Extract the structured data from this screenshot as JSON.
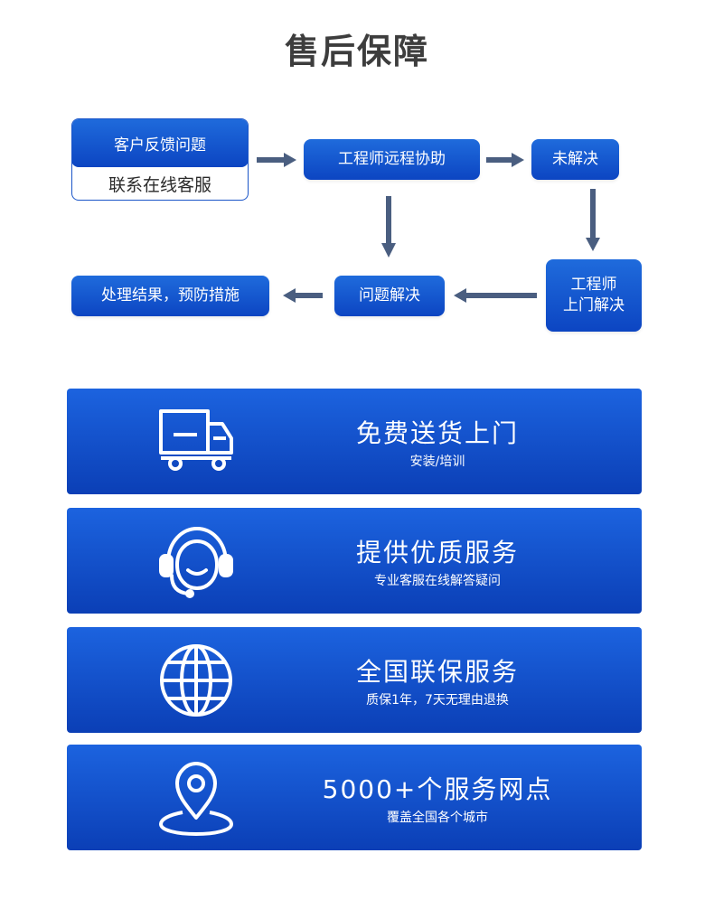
{
  "page": {
    "title": "售后保障"
  },
  "flow": {
    "customer_feedback": "客户反馈问题",
    "contact_online": "联系在线客服",
    "engineer_remote": "工程师远程协助",
    "unresolved": "未解决",
    "engineer_onsite_line1": "工程师",
    "engineer_onsite_line2": "上门解决",
    "problem_solved": "问题解决",
    "handle_result": "处理结果，预防措施"
  },
  "features": [
    {
      "icon": "truck-icon",
      "title": "免费送货上门",
      "subtitle": "安装/培训"
    },
    {
      "icon": "customer-service-headset-icon",
      "title": "提供优质服务",
      "subtitle": "专业客服在线解答疑问"
    },
    {
      "icon": "globe-icon",
      "title": "全国联保服务",
      "subtitle": "质保1年，7天无理由退换"
    },
    {
      "icon": "location-pin-icon",
      "title": "5000+个服务网点",
      "subtitle": "覆盖全国各个城市"
    }
  ],
  "colors": {
    "primary_blue": "#0c45c2",
    "arrow": "#4a5e80",
    "title": "#3d3d3d"
  }
}
